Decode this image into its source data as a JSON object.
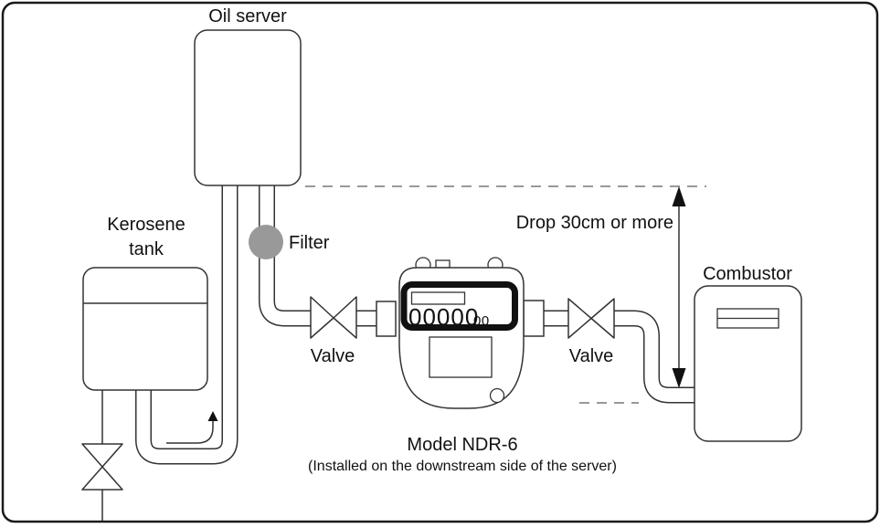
{
  "diagram": {
    "oil_server": {
      "label": "Oil server"
    },
    "kerosene_tank": {
      "label_line1": "Kerosene",
      "label_line2": "tank"
    },
    "filter": {
      "label": "Filter"
    },
    "valves": {
      "left_label": "Valve",
      "right_label": "Valve"
    },
    "meter": {
      "model": "Model NDR-6",
      "note": "(Installed on the downstream side of the server)",
      "counter_main": "00000",
      "counter_sub": "00"
    },
    "combustor": {
      "label": "Combustor"
    },
    "annotation": {
      "drop_height": "Drop 30cm or more"
    },
    "colors": {
      "line": "#333333",
      "dashed_line": "#999999",
      "filter_fill": "#999999",
      "display_bezel": "#111111",
      "background": "#ffffff",
      "border": "#1a1a1a"
    }
  }
}
